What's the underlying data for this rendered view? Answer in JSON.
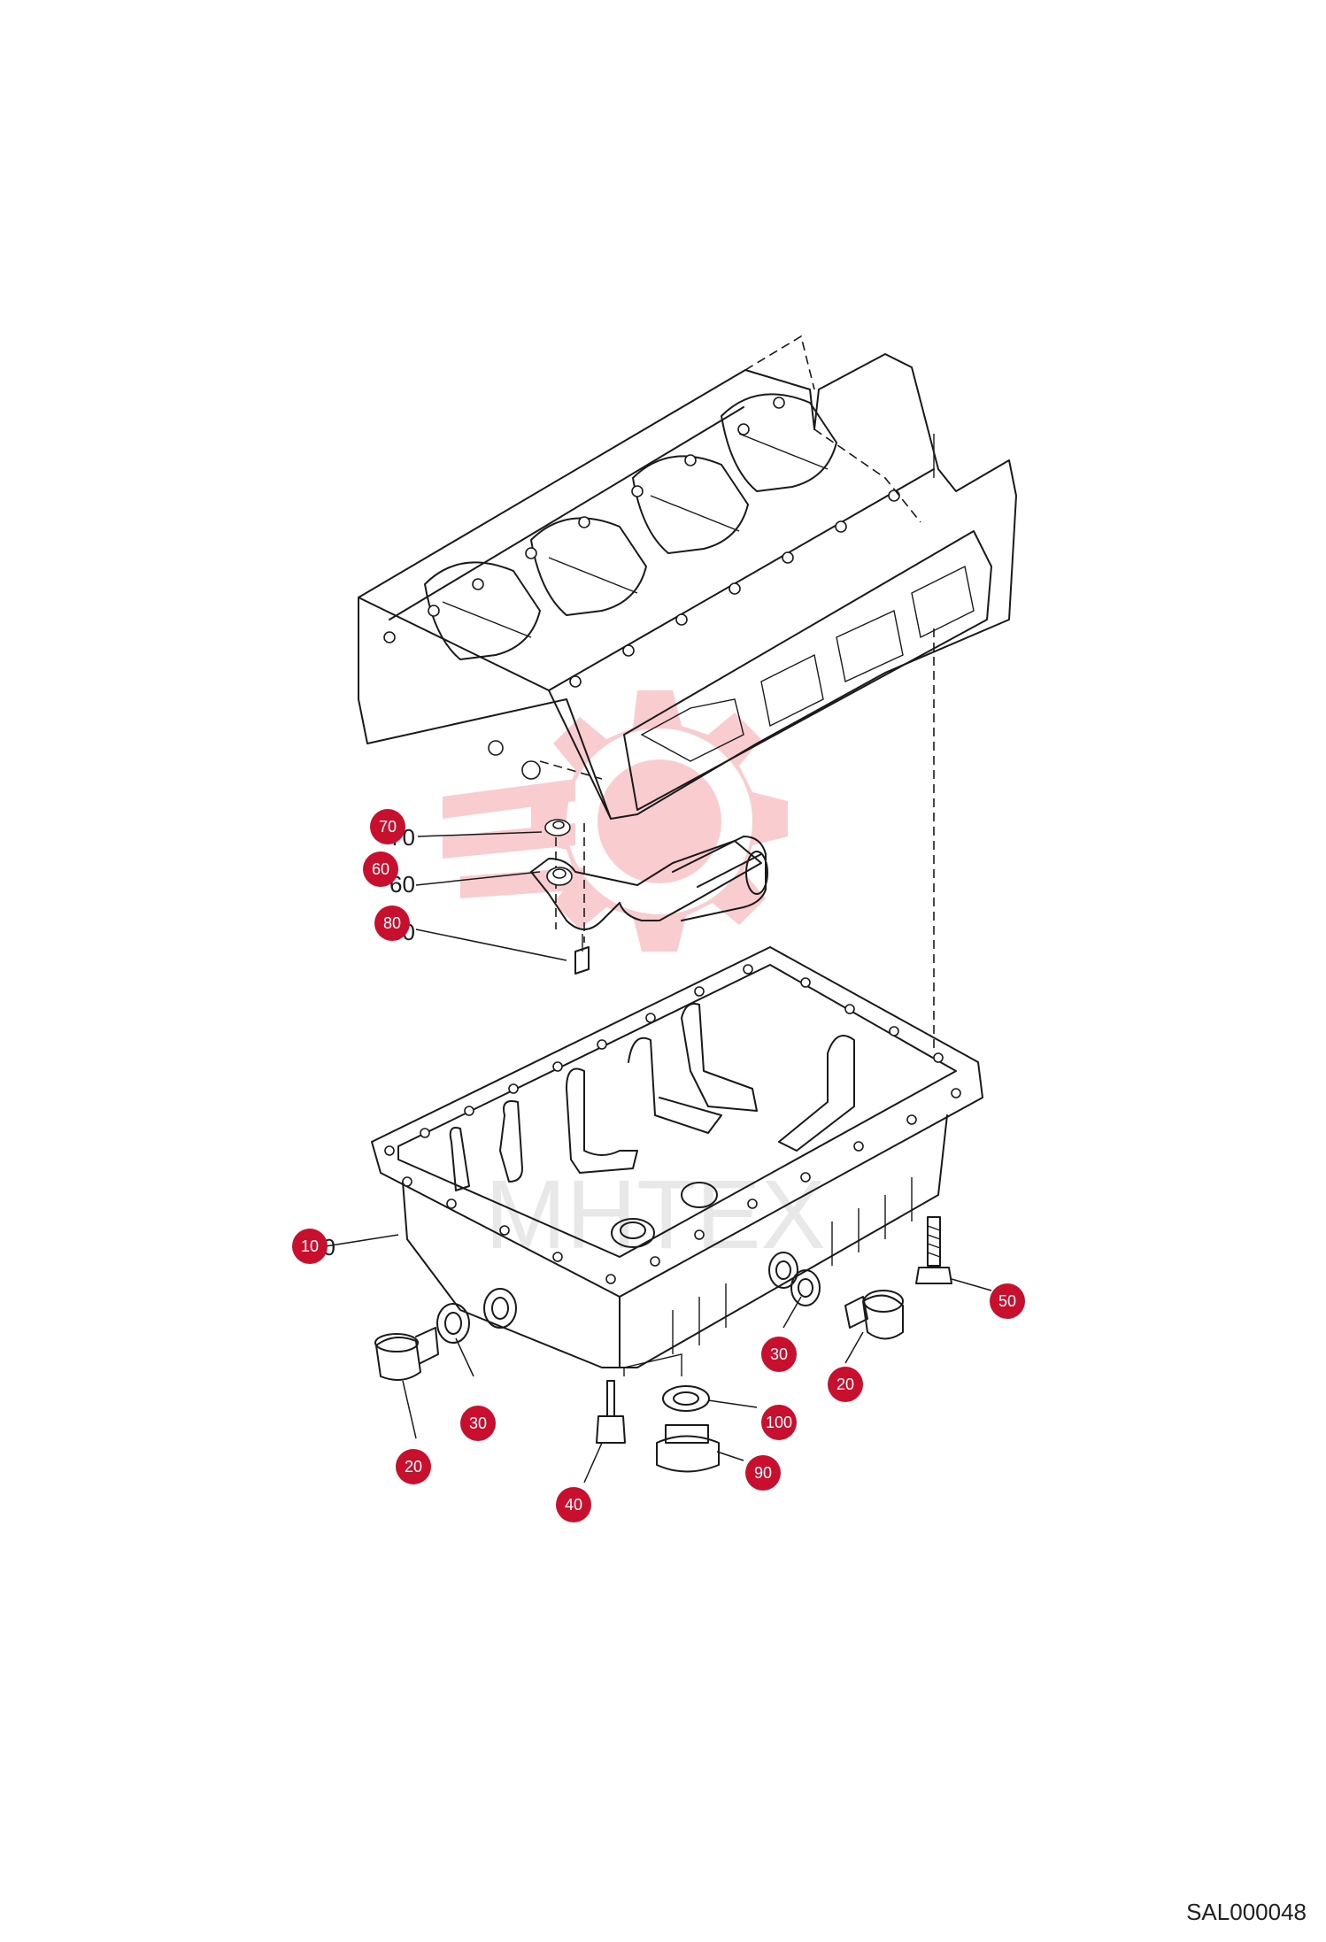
{
  "callouts": [
    {
      "id": "c70a",
      "label": "70"
    },
    {
      "id": "c60",
      "label": "60"
    },
    {
      "id": "c80",
      "label": "80"
    },
    {
      "id": "c10",
      "label": "10"
    },
    {
      "id": "c50",
      "label": "50"
    },
    {
      "id": "c30r",
      "label": "30"
    },
    {
      "id": "c20r",
      "label": "20"
    },
    {
      "id": "c30l",
      "label": "30"
    },
    {
      "id": "c100",
      "label": "100"
    },
    {
      "id": "c20l",
      "label": "20"
    },
    {
      "id": "c90",
      "label": "90"
    },
    {
      "id": "c40",
      "label": "40"
    }
  ],
  "drawing_code": "SAL000048",
  "watermark": {
    "text": "MHTEX",
    "color": "#e8202a"
  },
  "callout_color": "#c8102e"
}
